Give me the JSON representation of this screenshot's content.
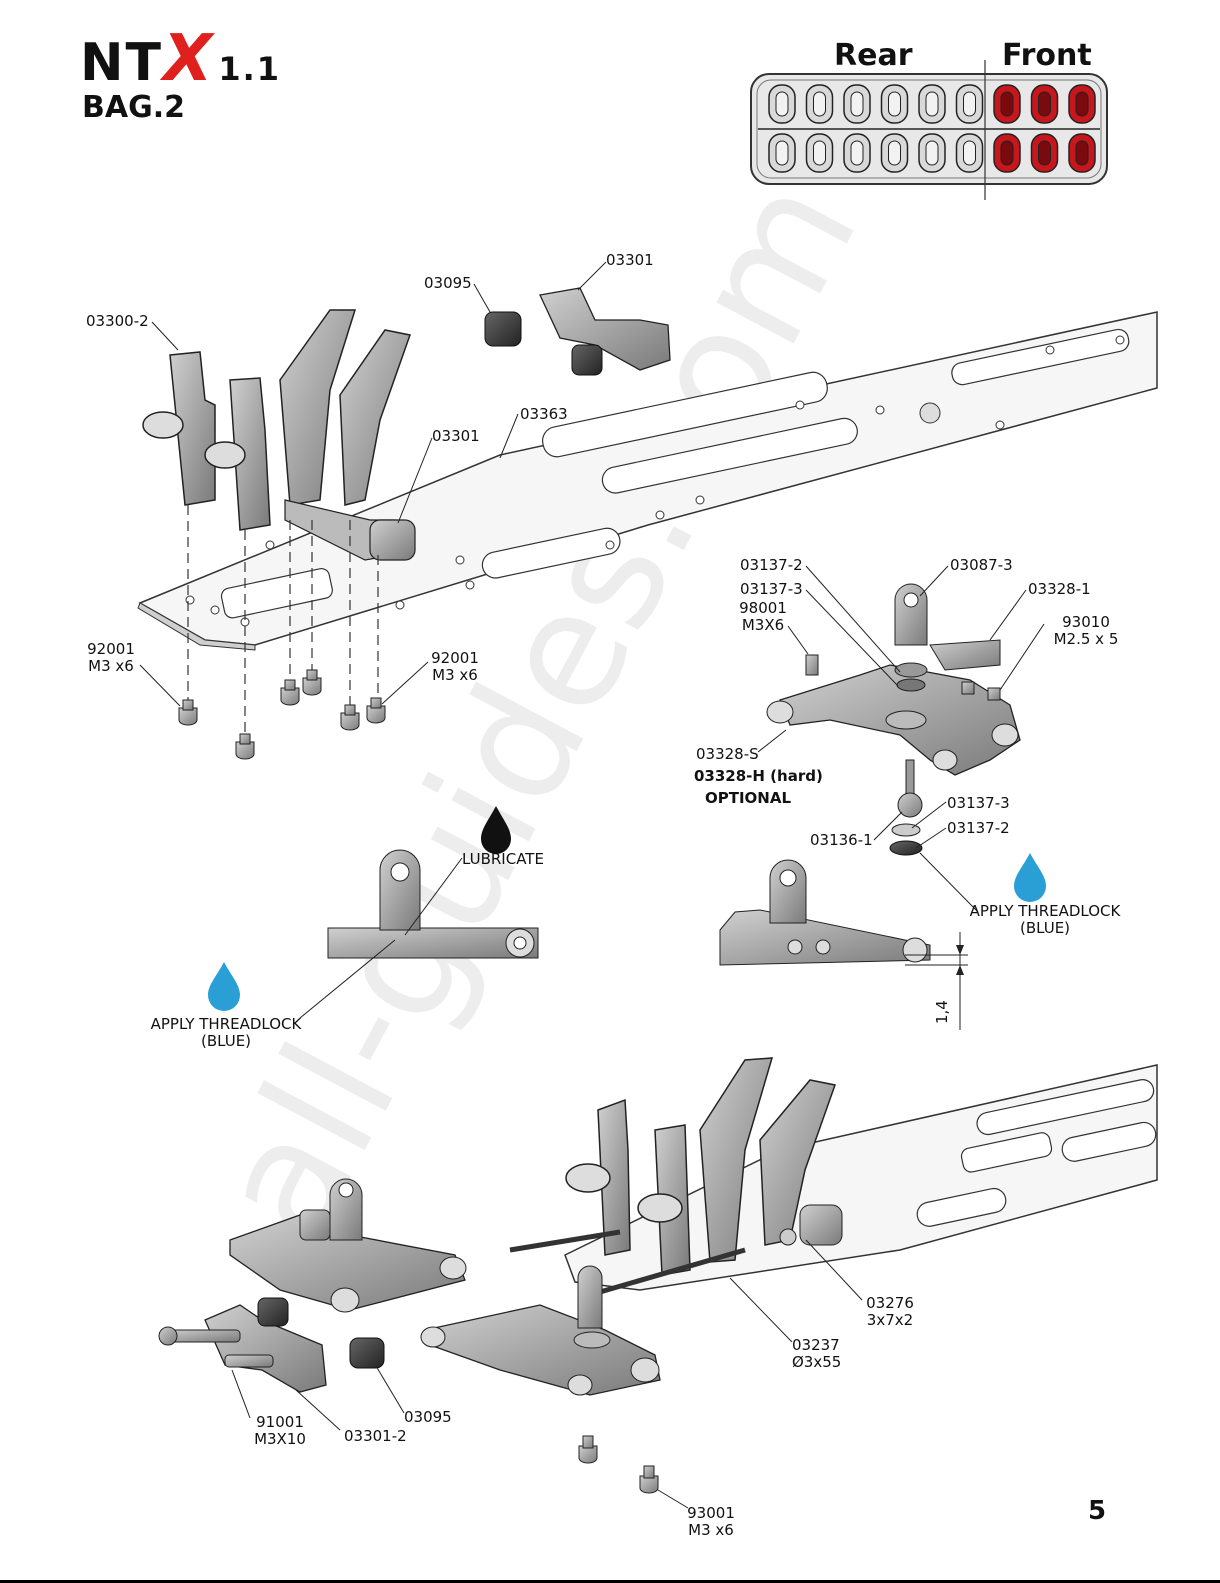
{
  "header": {
    "logo_main": "NT",
    "logo_x": "X",
    "logo_version": "1.1",
    "bag_title": "BAG.2"
  },
  "position_diagram": {
    "rear_label": "Rear",
    "front_label": "Front",
    "rows": 2,
    "columns": 9,
    "highlighted_columns": [
      7,
      8,
      9
    ],
    "highlight_color": "#c8161d"
  },
  "labels": {
    "p03300_2": "03300-2",
    "p03095_top": "03095",
    "p03301_top": "03301",
    "p03363": "03363",
    "p03301_mid": "03301",
    "p92001_left_a": "92001",
    "p92001_left_b": "M3 x6",
    "p92001_right_a": "92001",
    "p92001_right_b": "M3 x6",
    "p03137_2_top": "03137-2",
    "p03137_3_top": "03137-3",
    "p98001_a": "98001",
    "p98001_b": "M3X6",
    "p03087_3": "03087-3",
    "p03328_1": "03328-1",
    "p93010_a": "93010",
    "p93010_b": "M2.5 x 5",
    "p03328_s": "03328-S",
    "p03328_h": "03328-H (hard)",
    "optional": "OPTIONAL",
    "p03136_1": "03136-1",
    "p03137_3_bot": "03137-3",
    "p03137_2_bot": "03137-2",
    "lubricate": "LUBRICATE",
    "threadlock_right_a": "APPLY THREADLOCK",
    "threadlock_right_b": "(BLUE)",
    "threadlock_left_a": "APPLY THREADLOCK",
    "threadlock_left_b": "(BLUE)",
    "dim_1_4": "1,4",
    "p03276_a": "03276",
    "p03276_b": "3x7x2",
    "p03237_a": "03237",
    "p03237_b": "Ø3x55",
    "p91001_a": "91001",
    "p91001_b": "M3X10",
    "p03301_2": "03301-2",
    "p03095_bot": "03095",
    "p93001_a": "93001",
    "p93001_b": "M3 x6"
  },
  "page_number": "5",
  "watermark": "all-guides.com",
  "colors": {
    "threadlock_drop": "#2a9fd6",
    "lubricate_drop": "#111111",
    "logo_red": "#e0201c"
  }
}
